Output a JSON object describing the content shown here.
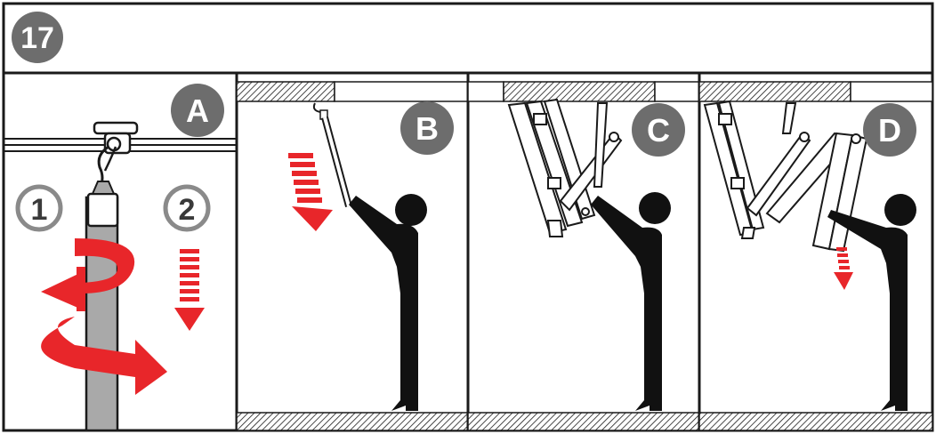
{
  "step_number": "17",
  "panels": [
    {
      "label": "A",
      "sub_steps": [
        "1",
        "2"
      ]
    },
    {
      "label": "B"
    },
    {
      "label": "C"
    },
    {
      "label": "D"
    }
  ],
  "colors": {
    "frame": "#1a1a1a",
    "badge_fill": "#6d6d6d",
    "arrow_red": "#e8262a",
    "pole_gray": "#a9a9a9",
    "figure": "#111111",
    "sub_step_ring": "#8a8a8a"
  },
  "icons": [
    "rotate-arrow-icon",
    "down-arrow-icon",
    "person-figure-icon",
    "attic-ladder-icon",
    "hook-icon"
  ]
}
